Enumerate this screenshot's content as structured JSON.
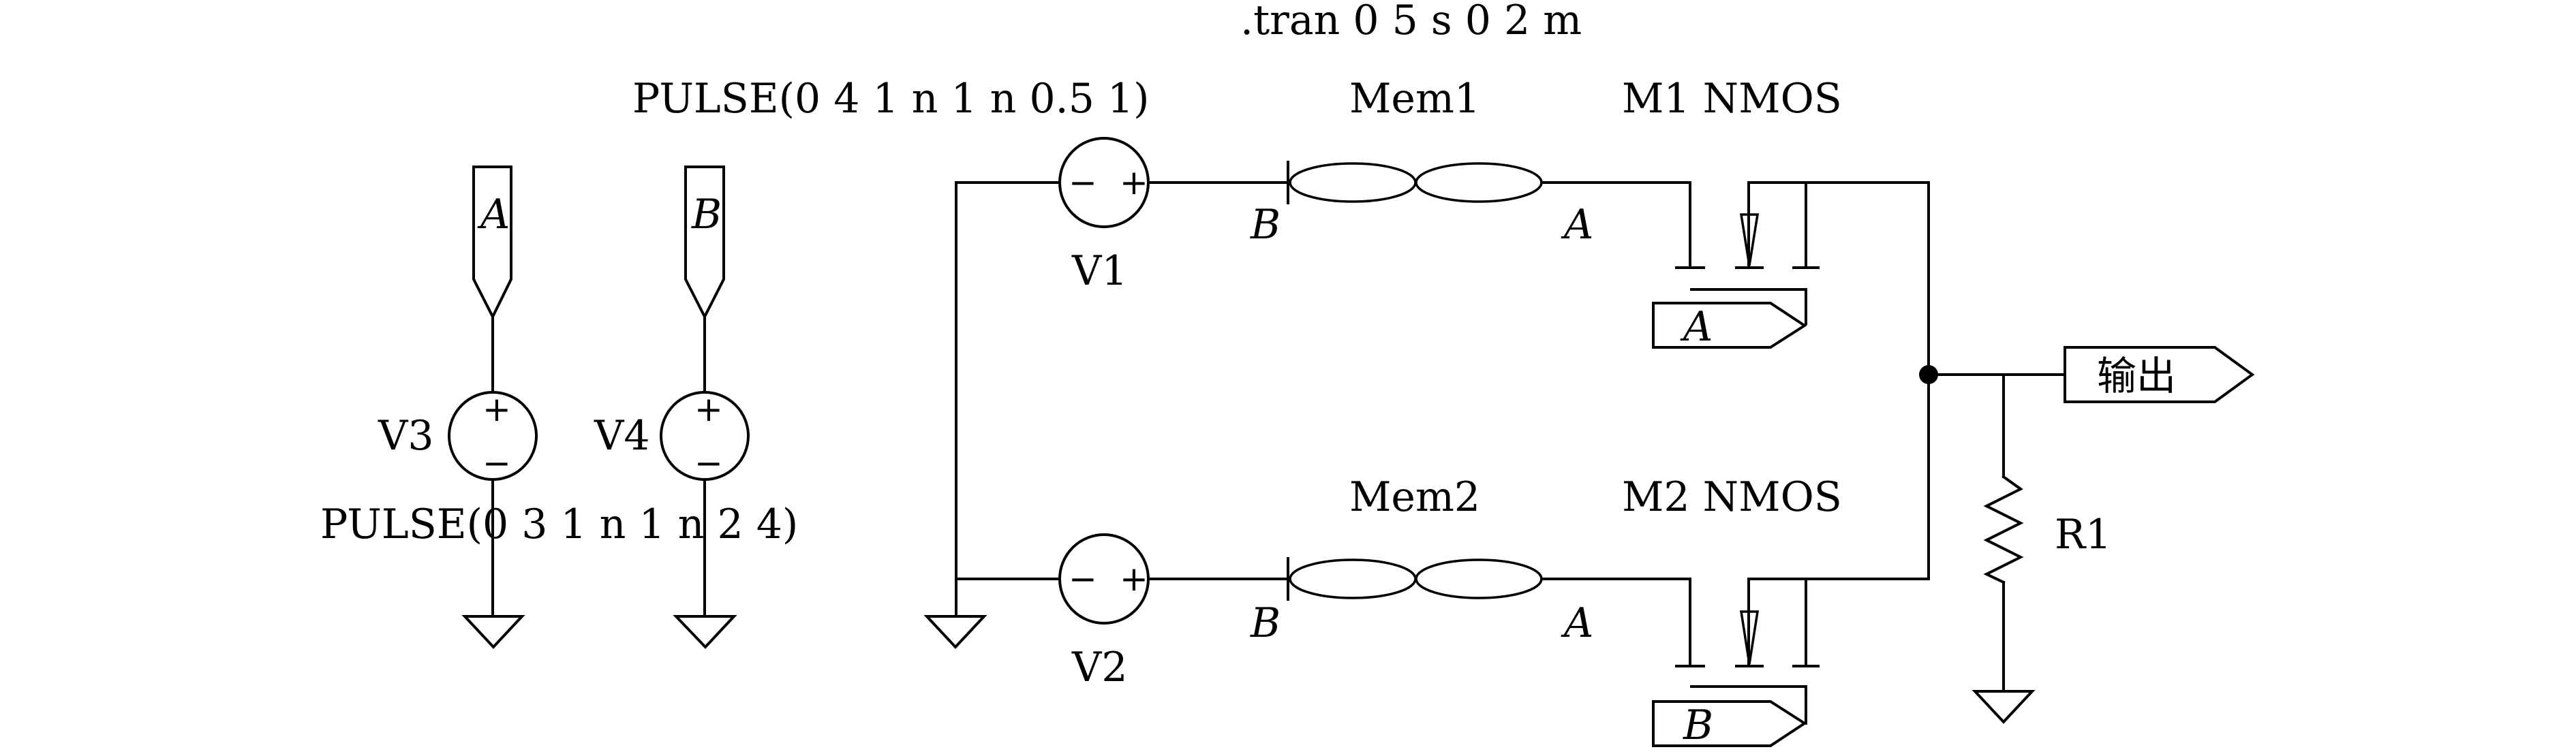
{
  "directive": ".tran 0 5 s  0 2 m",
  "sources": {
    "v1": {
      "name": "V1"
    },
    "v2": {
      "name": "V2"
    },
    "v3": {
      "name": "V3",
      "value": "PULSE(0 3 1 n 1 n 2 4)"
    },
    "v4": {
      "name": "V4",
      "value": "PULSE(0 4 1 n 1 n 0.5 1)"
    }
  },
  "memristors": {
    "mem1": {
      "name": "Mem1",
      "left_node": "B",
      "right_node": "A"
    },
    "mem2": {
      "name": "Mem2",
      "left_node": "B",
      "right_node": "A"
    }
  },
  "transistors": {
    "m1": {
      "name": "M1 NMOS",
      "gate_label": "A"
    },
    "m2": {
      "name": "M2 NMOS",
      "gate_label": "B"
    }
  },
  "resistor": {
    "name": "R1"
  },
  "net_labels": {
    "v3_top": "A",
    "v4_top": "B",
    "output": "输出"
  },
  "icons": [
    "ground-icon",
    "voltage-source-icon",
    "memristor-icon",
    "nmos-icon",
    "resistor-icon",
    "net-flag-icon",
    "junction-dot-icon"
  ]
}
